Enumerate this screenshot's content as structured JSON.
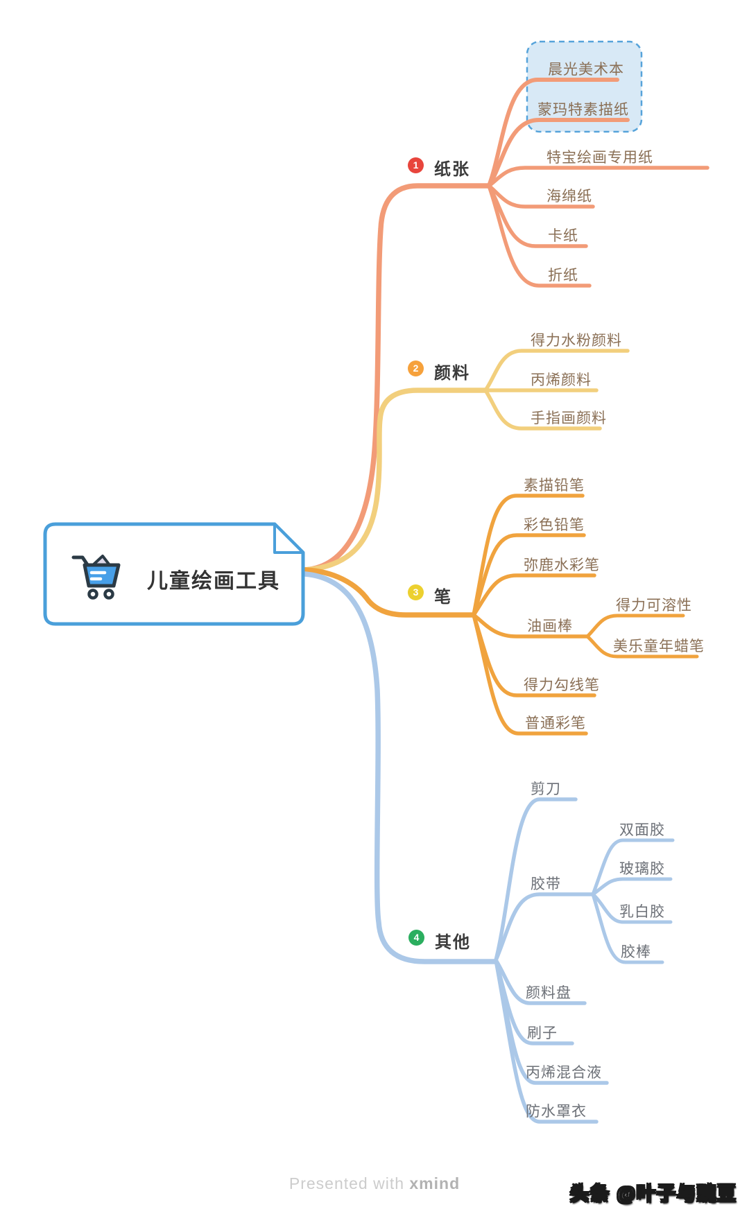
{
  "root": {
    "label": "儿童绘画工具",
    "icon": "shopping-cart-icon"
  },
  "branches": [
    {
      "label": "纸张",
      "badge": "1",
      "color": "#f29b77",
      "badge_color": "#e8453c",
      "text_color": "#8a6f55",
      "children": [
        {
          "label": "晨光美术本",
          "highlighted": true
        },
        {
          "label": "蒙玛特素描纸",
          "highlighted": true
        },
        {
          "label": "特宝绘画专用纸"
        },
        {
          "label": "海绵纸"
        },
        {
          "label": "卡纸"
        },
        {
          "label": "折纸"
        }
      ]
    },
    {
      "label": "颜料",
      "badge": "2",
      "color": "#f2cf7d",
      "badge_color": "#f6a13b",
      "text_color": "#8a6f55",
      "children": [
        {
          "label": "得力水粉颜料"
        },
        {
          "label": "丙烯颜料"
        },
        {
          "label": "手指画颜料"
        }
      ]
    },
    {
      "label": "笔",
      "badge": "3",
      "color": "#f0a33e",
      "badge_color": "#ecd02f",
      "text_color": "#8a6f55",
      "children": [
        {
          "label": "素描铅笔"
        },
        {
          "label": "彩色铅笔"
        },
        {
          "label": "弥鹿水彩笔"
        },
        {
          "label": "油画棒",
          "children": [
            {
              "label": "得力可溶性"
            },
            {
              "label": "美乐童年蜡笔"
            }
          ]
        },
        {
          "label": "得力勾线笔"
        },
        {
          "label": "普通彩笔"
        }
      ]
    },
    {
      "label": "其他",
      "badge": "4",
      "color": "#abc8e8",
      "badge_color": "#2bae5f",
      "text_color": "#6c7077",
      "children": [
        {
          "label": "剪刀"
        },
        {
          "label": "胶带",
          "children": [
            {
              "label": "双面胶"
            },
            {
              "label": "玻璃胶"
            },
            {
              "label": "乳白胶"
            },
            {
              "label": "胶棒"
            }
          ]
        },
        {
          "label": "颜料盘"
        },
        {
          "label": "刷子"
        },
        {
          "label": "丙烯混合液"
        },
        {
          "label": "防水罩衣"
        }
      ]
    }
  ],
  "highlight_box": {
    "fill": "#d8e9f6",
    "stroke": "#56a3da",
    "style": "dashed"
  },
  "root_style": {
    "border": "#4a9fda",
    "text": "#333333",
    "cart_blue": "#479fe8",
    "cart_dark": "#2b3a45"
  },
  "footer": {
    "presented": "Presented with ",
    "brand": "xmind"
  },
  "watermark": "头条 @叶子与豌豆"
}
